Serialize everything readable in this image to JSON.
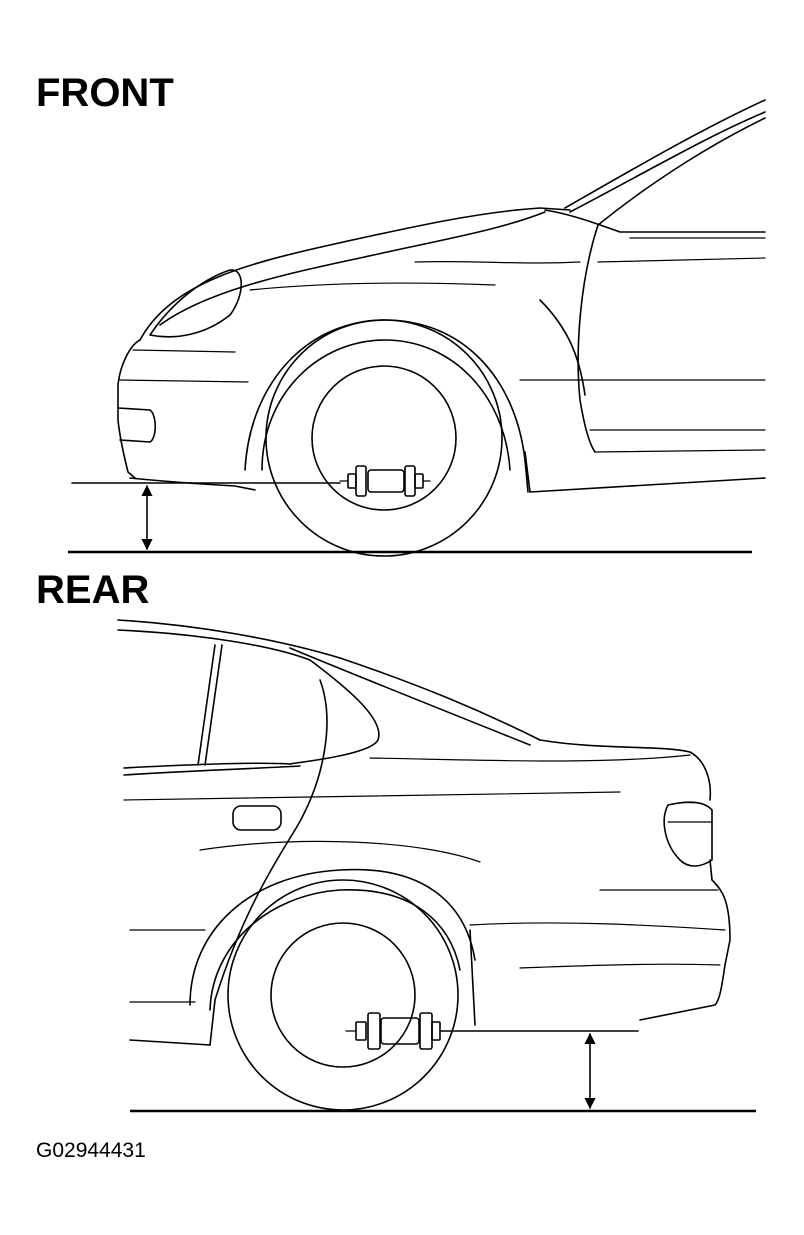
{
  "front_title": "FRONT",
  "rear_title": "REAR",
  "figure_id": "G02944431"
}
